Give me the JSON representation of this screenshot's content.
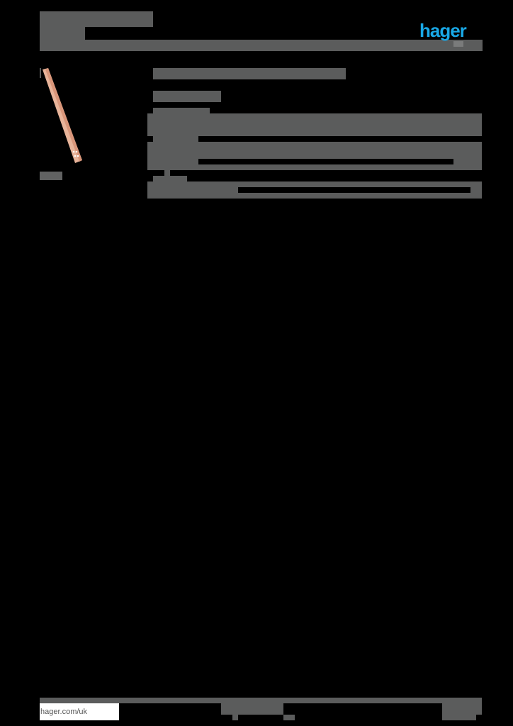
{
  "header": {
    "title": "",
    "subtitle": "",
    "brand_logo": "hager",
    "brand_color": "#19a8e6"
  },
  "product": {
    "image": "copper-busbar-image",
    "image_caption": "",
    "title": "",
    "subtitle": ""
  },
  "specs": {
    "rows": [
      {
        "label": "",
        "value": ""
      },
      {
        "label": "",
        "value": ""
      },
      {
        "label": "",
        "value": ""
      }
    ]
  },
  "footer": {
    "website": "hager.com/uk",
    "center_text": "",
    "page_info": ""
  },
  "colors": {
    "background": "#000000",
    "obscured_text_block": "#5b5c5c",
    "copper": "#d9967a"
  }
}
